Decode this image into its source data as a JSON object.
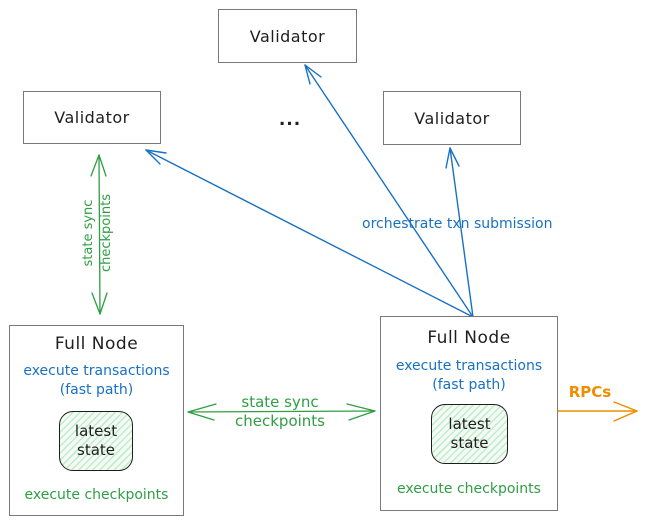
{
  "colors": {
    "ink": "#1e1e1e",
    "blue": "#1971c2",
    "green": "#2f9e44",
    "orange": "#f08c00",
    "box_border_gray": "#797979",
    "state_hatch_green": "#c2ecc9"
  },
  "validators": {
    "top": {
      "label": "Validator"
    },
    "left": {
      "label": "Validator"
    },
    "right": {
      "label": "Validator"
    }
  },
  "ellipsis": "...",
  "full_node_left": {
    "title": "Full Node",
    "exec_line1": "execute transactions",
    "exec_line2": "(fast path)",
    "state": {
      "line1": "latest",
      "line2": "state"
    },
    "footer": "execute checkpoints"
  },
  "full_node_right": {
    "title": "Full Node",
    "exec_line1": "execute transactions",
    "exec_line2": "(fast path)",
    "state": {
      "line1": "latest",
      "line2": "state"
    },
    "footer": "execute checkpoints"
  },
  "edges": {
    "left_sync": {
      "line1": "state sync",
      "line2": "checkpoints"
    },
    "mid_sync": {
      "line1": "state sync",
      "line2": "checkpoints"
    },
    "orchestrate": {
      "label": "orchestrate txn submission"
    },
    "rpcs": {
      "label": "RPCs"
    }
  }
}
